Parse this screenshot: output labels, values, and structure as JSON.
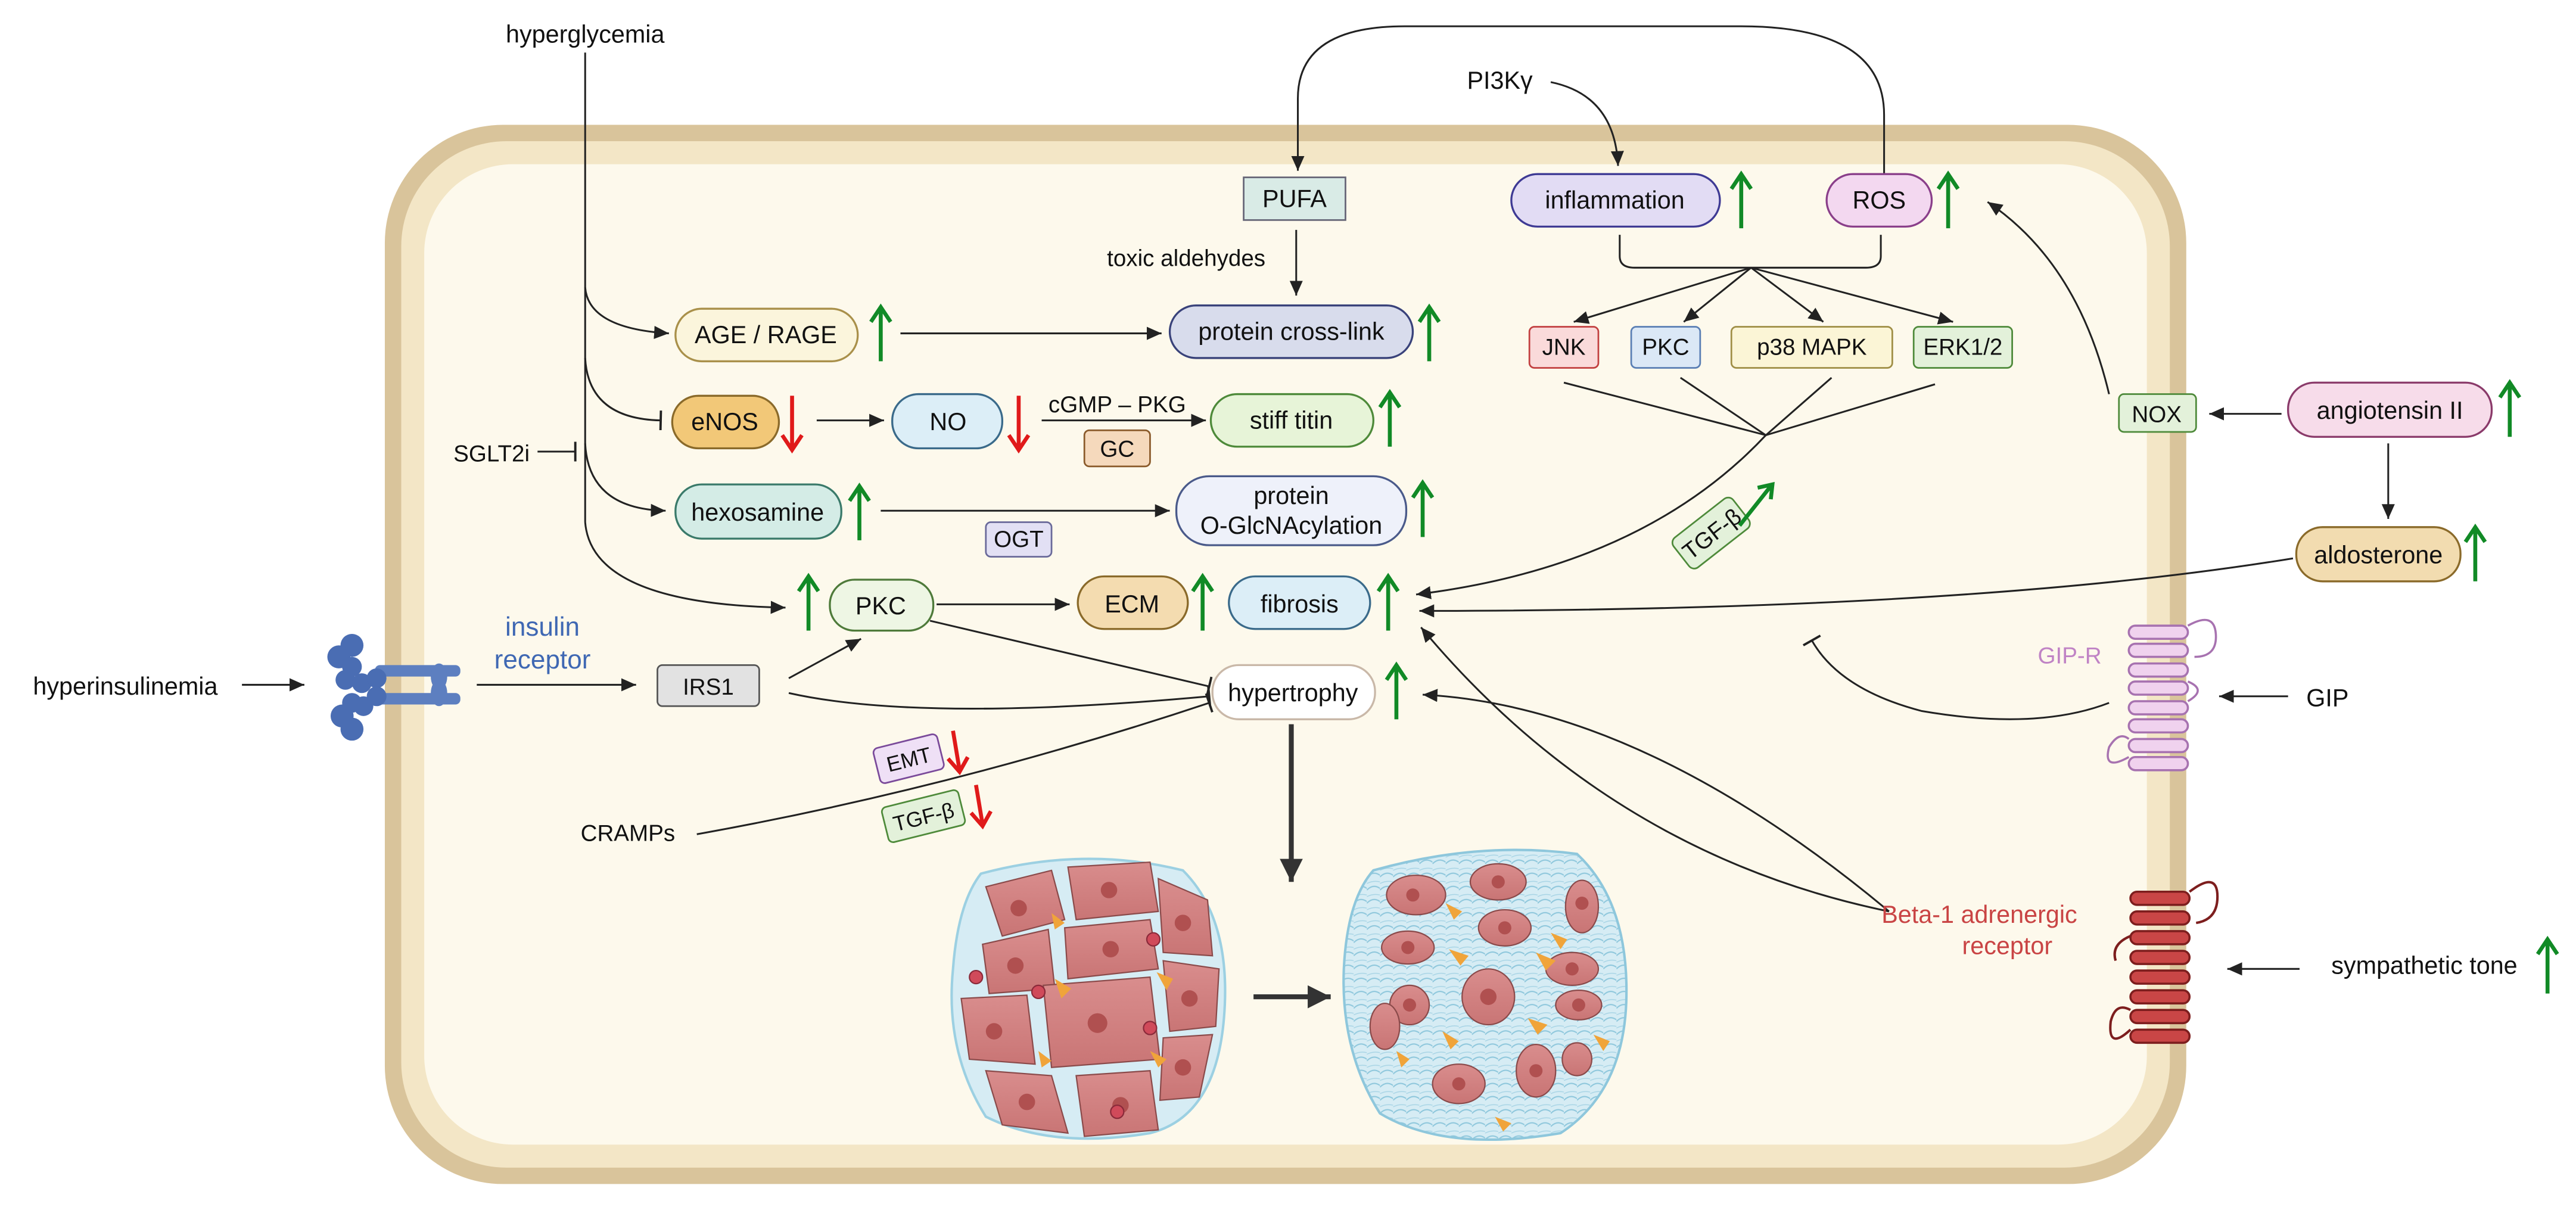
{
  "colors": {
    "cell_outer": "#d9c49b",
    "cell_inner": "#f3e6c6",
    "cytoplasm": "#fdf9ec",
    "up_arrow": "#118a26",
    "down_arrow": "#e01a1a",
    "line": "#222222",
    "insulin_receptor_text": "#3f68b3",
    "gip_r_text": "#c083c5",
    "beta1_text": "#c94444"
  },
  "labels": {
    "hyperglycemia": "hyperglycemia",
    "pi3k": "PI3Kγ",
    "toxic_aldehydes": "toxic aldehydes",
    "cgmp_pkg": "cGMP – PKG",
    "sglt2i": "SGLT2i",
    "hyperinsulinemia": "hyperinsulinemia",
    "insulin_receptor_line1": "insulin",
    "insulin_receptor_line2": "receptor",
    "cramps": "CRAMPs",
    "gip_r": "GIP-R",
    "gip": "GIP",
    "beta1_line1": "Beta-1 adrenergic",
    "beta1_line2": "receptor",
    "sympathetic_tone": "sympathetic tone"
  },
  "nodes": {
    "pufa": "PUFA",
    "inflammation": "inflammation",
    "ros": "ROS",
    "age_rage": "AGE / RAGE",
    "protein_crosslink": "protein cross-link",
    "jnk": "JNK",
    "pkc_top": "PKC",
    "p38": "p38 MAPK",
    "erk": "ERK1/2",
    "enos": "eNOS",
    "no": "NO",
    "gc": "GC",
    "stiff_titin": "stiff titin",
    "nox": "NOX",
    "angiotensin": "angiotensin II",
    "hexosamine": "hexosamine",
    "ogt": "OGT",
    "glcnac_line1": "protein",
    "glcnac_line2": "O-GlcNAcylation",
    "tgfb_right": "TGF-β",
    "aldosterone": "aldosterone",
    "pkc_mid": "PKC",
    "ecm": "ECM",
    "fibrosis": "fibrosis",
    "irs1": "IRS1",
    "hypertrophy": "hypertrophy",
    "emt": "EMT",
    "tgfb_left": "TGF-β"
  }
}
